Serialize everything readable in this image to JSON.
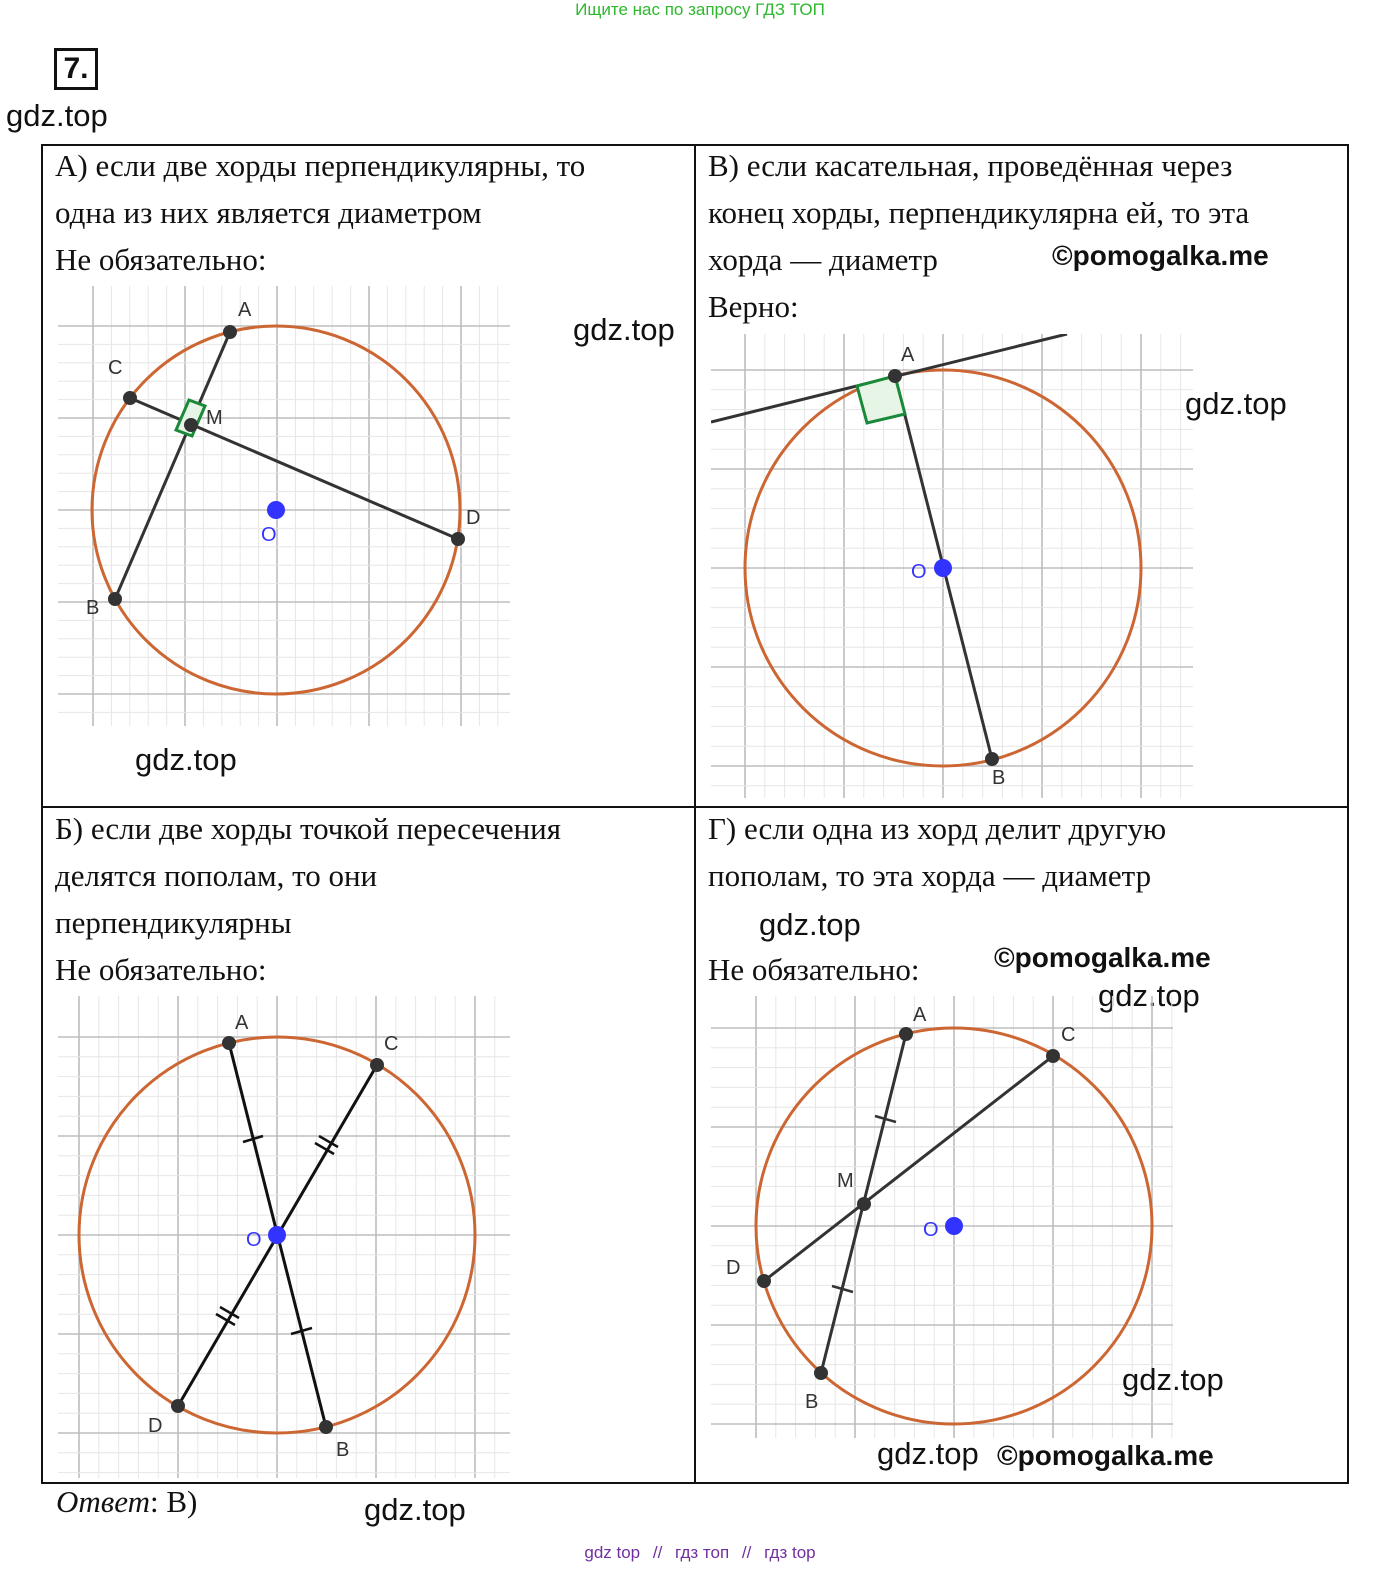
{
  "header": {
    "search_hint": "Ищите нас по запросу ГДЗ ТОП",
    "problem_number": "7.",
    "site": "gdz.top"
  },
  "cells": {
    "a": {
      "line1": "А) если две хорды перпендикулярны, то",
      "line2": "одна из них является диаметром",
      "verdict": "Не обязательно:",
      "labels": {
        "A": "A",
        "B": "B",
        "C": "C",
        "D": "D",
        "M": "M",
        "O": "O"
      }
    },
    "v": {
      "line1": "В) если касательная, проведённая через",
      "line2": "конец хорды, перпендикулярна ей, то эта",
      "line3": "хорда — диаметр",
      "verdict": "Верно:",
      "labels": {
        "A": "A",
        "B": "B",
        "O": "O"
      }
    },
    "b": {
      "line1": "Б) если две хорды точкой пересечения",
      "line2": "делятся пополам, то они",
      "line3": "перпендикулярны",
      "verdict": "Не обязательно:",
      "labels": {
        "A": "A",
        "B": "B",
        "C": "C",
        "D": "D",
        "O": "O"
      }
    },
    "g": {
      "line1": "Г) если одна из хорд делит другую",
      "line2": "пополам, то эта хорда — диаметр",
      "verdict": "Не обязательно:",
      "labels": {
        "A": "A",
        "B": "B",
        "C": "C",
        "D": "D",
        "M": "M",
        "O": "O"
      }
    }
  },
  "watermarks": {
    "gdz": "gdz.top",
    "pomogalka": "©pomogalka.me"
  },
  "answer": {
    "label": "Ответ",
    "colon": ":",
    "value": " В)"
  },
  "footer": {
    "link1": "gdz top",
    "sep": "//",
    "link2": "гдз топ",
    "link3": "гдз top"
  },
  "colors": {
    "circle": "#cc6633",
    "chord": "#333333",
    "center": "#3333ff",
    "right_angle": "#1a8a3a",
    "grid": "#cccccc"
  }
}
